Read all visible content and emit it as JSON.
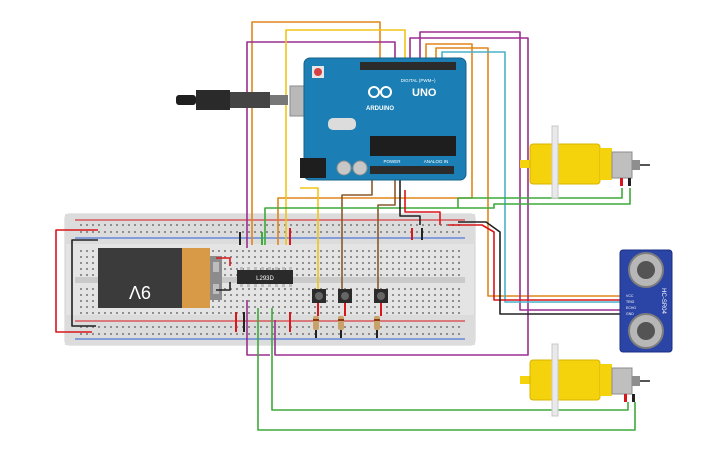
{
  "battery": {
    "label": "9V"
  },
  "driver_chip": {
    "label": "L293D"
  },
  "arduino": {
    "brand": "ARDUINO",
    "model": "UNO",
    "header_digital": "DIGITAL (PWM~)",
    "header_power": "POWER",
    "header_analog": "ANALOG IN"
  },
  "sensor": {
    "model": "HC-SR04",
    "pins": [
      "VCC",
      "TRIG",
      "ECHO",
      "GND"
    ]
  },
  "colors": {
    "arduino_board": "#1b7fb5",
    "breadboard": "#e4e4e4",
    "battery_body": "#3b3b3b",
    "battery_cap": "#d99a47",
    "motor_body": "#f4d20c",
    "sensor_board": "#2a45a5",
    "wire_orange": "#e0851a",
    "wire_purple": "#9a2f8f",
    "wire_yellow": "#f0c419",
    "wire_green": "#3daa3a",
    "wire_red": "#d8161b",
    "wire_black": "#222222",
    "wire_teal": "#4ab0c9",
    "wire_brown": "#8a5a2b"
  }
}
